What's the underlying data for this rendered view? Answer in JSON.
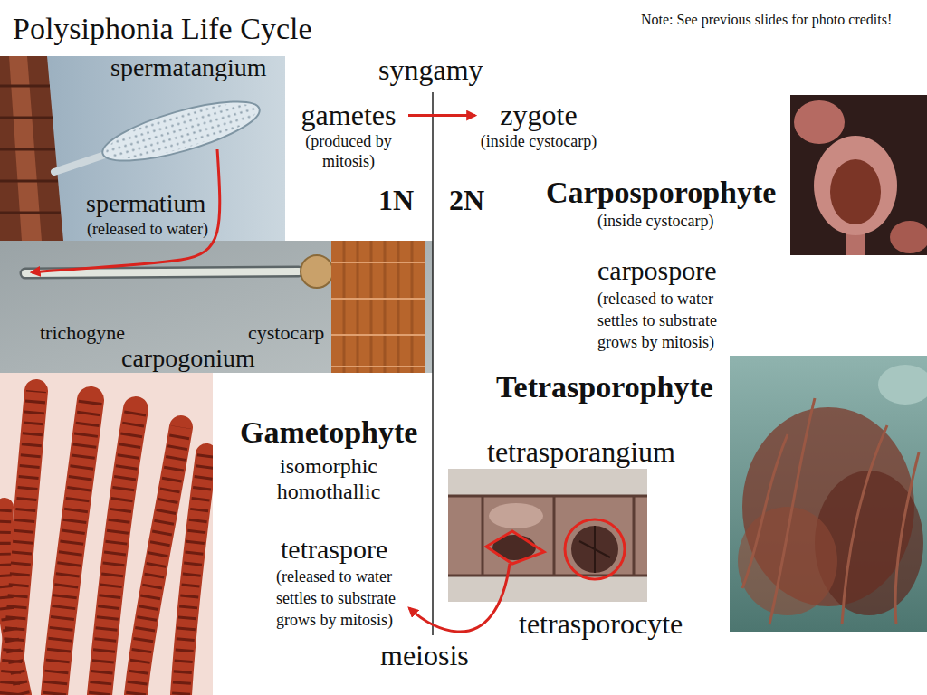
{
  "diagram": {
    "title": "Polysiphonia Life Cycle",
    "nodes": [
      {
        "text": [
          "spermatangium",
          "spermatium",
          "(released to water)"
        ]
      },
      {
        "text": [
          "gametes",
          "(produced by mitosis)"
        ]
      },
      {
        "text": [
          "zygote",
          "(inside cystocarp)"
        ]
      },
      {
        "text": [
          "trichogyne",
          "cystocarp",
          "carpogonium"
        ]
      }
    ],
    "edges": [
      {
        "from": 1,
        "to": 2,
        "arrow": "to"
      }
    ],
    "labels": [
      "Note: See previous slides for photo credits!",
      "syngamy",
      "1N",
      "2N",
      "Carposporophyte",
      "(inside cystocarp)",
      "carpospore",
      "(released to water settles to substrate grows by mitosis)",
      "Tetrasporophyte",
      "Gametophyte",
      "tetrasporangium",
      "isomorphic",
      "homothallic",
      "tetraspore",
      "(released to water settles to substrate grows by mitosis)",
      "tetrasporocyte",
      "meiosis"
    ]
  }
}
